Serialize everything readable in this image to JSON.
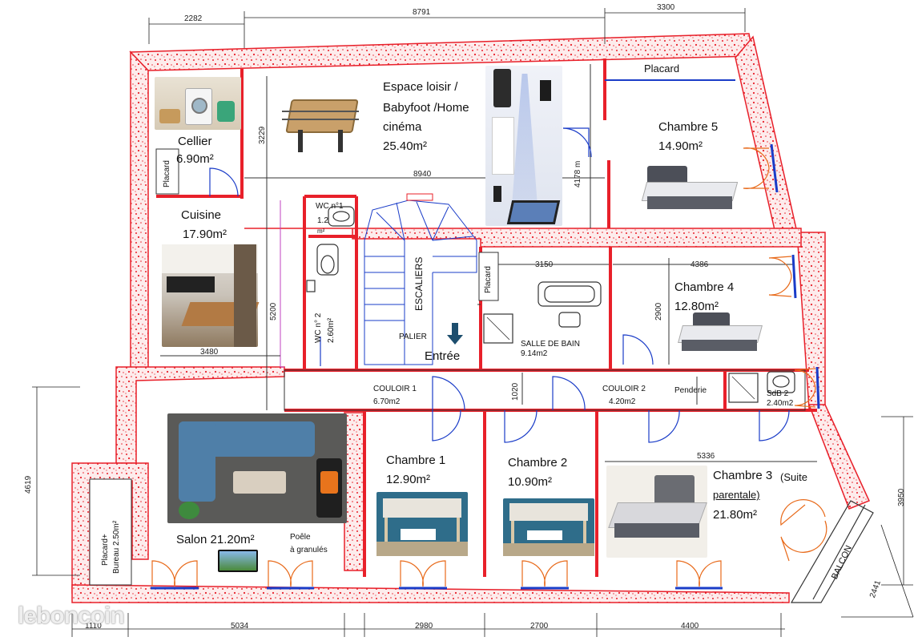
{
  "plan": {
    "top_dims": [
      "2282",
      "8791",
      "3300"
    ],
    "bottom_dims": [
      "1110",
      "5034",
      "2980",
      "2700",
      "4400"
    ],
    "side_dims": {
      "left": "4619",
      "right": "3950",
      "balcony": "2441"
    },
    "inner_dims": {
      "d3229": "3229",
      "d8940": "8940",
      "d4178": "4178 m",
      "d5200": "5200",
      "d3480": "3480",
      "d3150": "3150",
      "d4386": "4386",
      "d2900": "2900",
      "d1020": "1020",
      "d5336": "5336"
    },
    "rooms": {
      "cellier": {
        "name": "Cellier",
        "area": "6.90m²"
      },
      "placard_cellier": "Placard",
      "loisir": {
        "line1": "Espace loisir /",
        "line2": "Babyfoot /Home",
        "line3": "cinéma",
        "area": "25.40m²"
      },
      "placard_top": "Placard",
      "chambre5": {
        "name": "Chambre 5",
        "area": "14.90m²"
      },
      "cuisine": {
        "name": "Cuisine",
        "area": "17.90m²"
      },
      "wc1": {
        "name": "WC n°1",
        "area": "1.2",
        "unit": "m²"
      },
      "wc2": {
        "name": "WC n° 2",
        "area": "2.60m²"
      },
      "escaliers": "ESCALIERS",
      "palier": "PALIER",
      "entree": "Entrée",
      "placard_sdb": "Placard",
      "sdb": {
        "name": "SALLE DE BAIN",
        "area": "9.14m2"
      },
      "chambre4": {
        "name": "Chambre 4",
        "area": "12.80m²"
      },
      "couloir1": {
        "name": "COULOIR 1",
        "area": "6.70m2"
      },
      "couloir2": {
        "name": "COULOIR 2",
        "area": "4.20m2"
      },
      "penderie": "Penderie",
      "sdb2": {
        "name": "SdB 2",
        "area": "2.40m2"
      },
      "salon": {
        "name": "Salon 21.20m²"
      },
      "poele": {
        "line1": "Poêle",
        "line2": "à granulés"
      },
      "placard_bureau": {
        "line1": "Placard+",
        "line2": "Bureau 2.50m²"
      },
      "chambre1": {
        "name": "Chambre 1",
        "area": "12.90m²"
      },
      "chambre2": {
        "name": "Chambre 2",
        "area": "10.90m²"
      },
      "chambre3": {
        "name": "Chambre 3",
        "suffix": "(Suite",
        "suffix2": "parentale)",
        "area": "21.80m²"
      },
      "balcon": "BALCON"
    },
    "watermark": "leboncoin"
  },
  "colors": {
    "wall": "#e8202a",
    "wall_fill": "#fde8e8",
    "door": "#1a3cc8",
    "line": "#222222"
  }
}
